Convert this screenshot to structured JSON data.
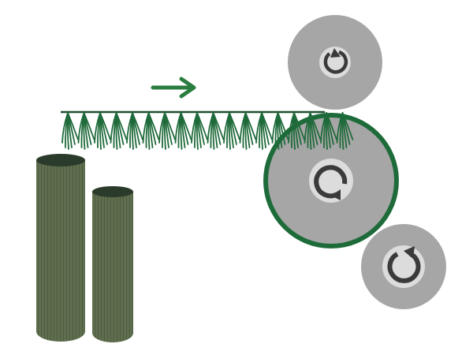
{
  "diagram": {
    "colors": {
      "background": "#ffffff",
      "roller": "#a6a6a6",
      "roller_outline": "#9a9a9a",
      "hub": "#dcdcdc",
      "hub_arrow": "#3a3a3a",
      "belt": "#1e6b3a",
      "fiber": "#1f6a3a",
      "arrow": "#2a7d3e",
      "bale_body": "#5f6e4e",
      "bale_top": "#2b3b2b",
      "bale_stripe": "#4f5d40"
    },
    "icons": {
      "direction": "right-arrow-icon",
      "rotation_clockwise": "rotate-clockwise-icon",
      "rotation_counterclockwise": "rotate-counterclockwise-icon"
    },
    "rollers": [
      {
        "id": "top-roller",
        "rotation": "clockwise",
        "wrapped": false
      },
      {
        "id": "main-roller",
        "rotation": "clockwise",
        "wrapped": true
      },
      {
        "id": "bottom-roller",
        "rotation": "counterclockwise",
        "wrapped": false
      }
    ],
    "bales": [
      {
        "id": "tall-bale"
      },
      {
        "id": "short-bale"
      }
    ],
    "fiber_tufts": 18
  }
}
